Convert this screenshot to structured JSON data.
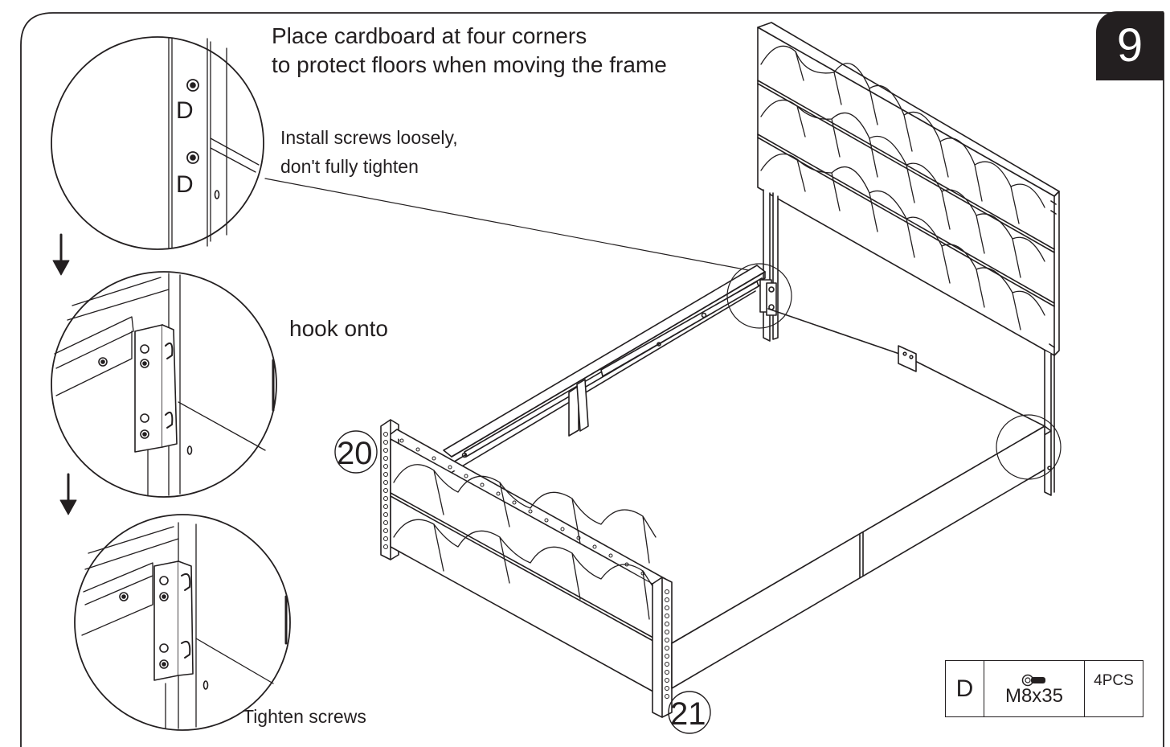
{
  "step_number": "9",
  "instruction_cardboard": [
    "Place cardboard at four corners",
    "to protect floors when moving the frame"
  ],
  "instruction_loose": [
    "Install screws loosely,",
    "don't fully tighten"
  ],
  "instruction_hook": "hook onto",
  "instruction_tighten": "Tighten screws",
  "detail_screw_label": "D",
  "part_headboard_footboard": "20",
  "part_rail": "21",
  "hardware": {
    "id": "D",
    "size": "M8x35",
    "quantity": "4PCS"
  }
}
